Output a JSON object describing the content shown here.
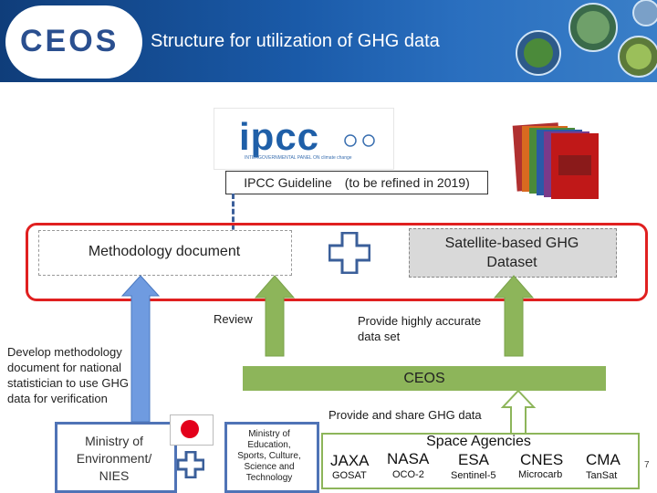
{
  "header": {
    "logo_text": "CEOS",
    "title": "Structure for utilization of GHG data"
  },
  "ipcc": {
    "logo_text": "ipcc",
    "logo_subtext": "INTERGOVERNMENTAL PANEL ON climate change",
    "guideline_label": "IPCC Guideline　(to be refined in 2019)"
  },
  "methodology": {
    "label": "Methodology document"
  },
  "satellite": {
    "label_line1": "Satellite-based GHG",
    "label_line2": "Dataset"
  },
  "labels": {
    "review": "Review",
    "provide_accurate_line1": "Provide highly accurate",
    "provide_accurate_line2": "data set",
    "ceos_bar": "CEOS",
    "provide_share": "Provide and share GHG data",
    "develop_text": "Develop methodology document for national statistician to use GHG data for verification"
  },
  "ministry_env": {
    "line1": "Ministry of",
    "line2": "Environment/",
    "line3": "NIES"
  },
  "ministry_edu": {
    "line1": "Ministry of",
    "line2": "Education,",
    "line3": "Sports, Culture,",
    "line4": "Science and",
    "line5": "Technology"
  },
  "space_agencies": {
    "title": "Space Agencies",
    "agencies": [
      {
        "name": "JAXA",
        "satellite": "GOSAT"
      },
      {
        "name": "NASA",
        "satellite": "OCO-2"
      },
      {
        "name": "ESA",
        "satellite": "Sentinel-5"
      },
      {
        "name": "CNES",
        "satellite": "Microcarb"
      },
      {
        "name": "CMA",
        "satellite": "TanSat"
      }
    ]
  },
  "page_number": "7",
  "colors": {
    "header_blue": "#1a5aa8",
    "frame_red": "#e02020",
    "arrow_blue": "#6f9be0",
    "arrow_green": "#8db55a",
    "plus_blue": "#3b5f9a"
  }
}
